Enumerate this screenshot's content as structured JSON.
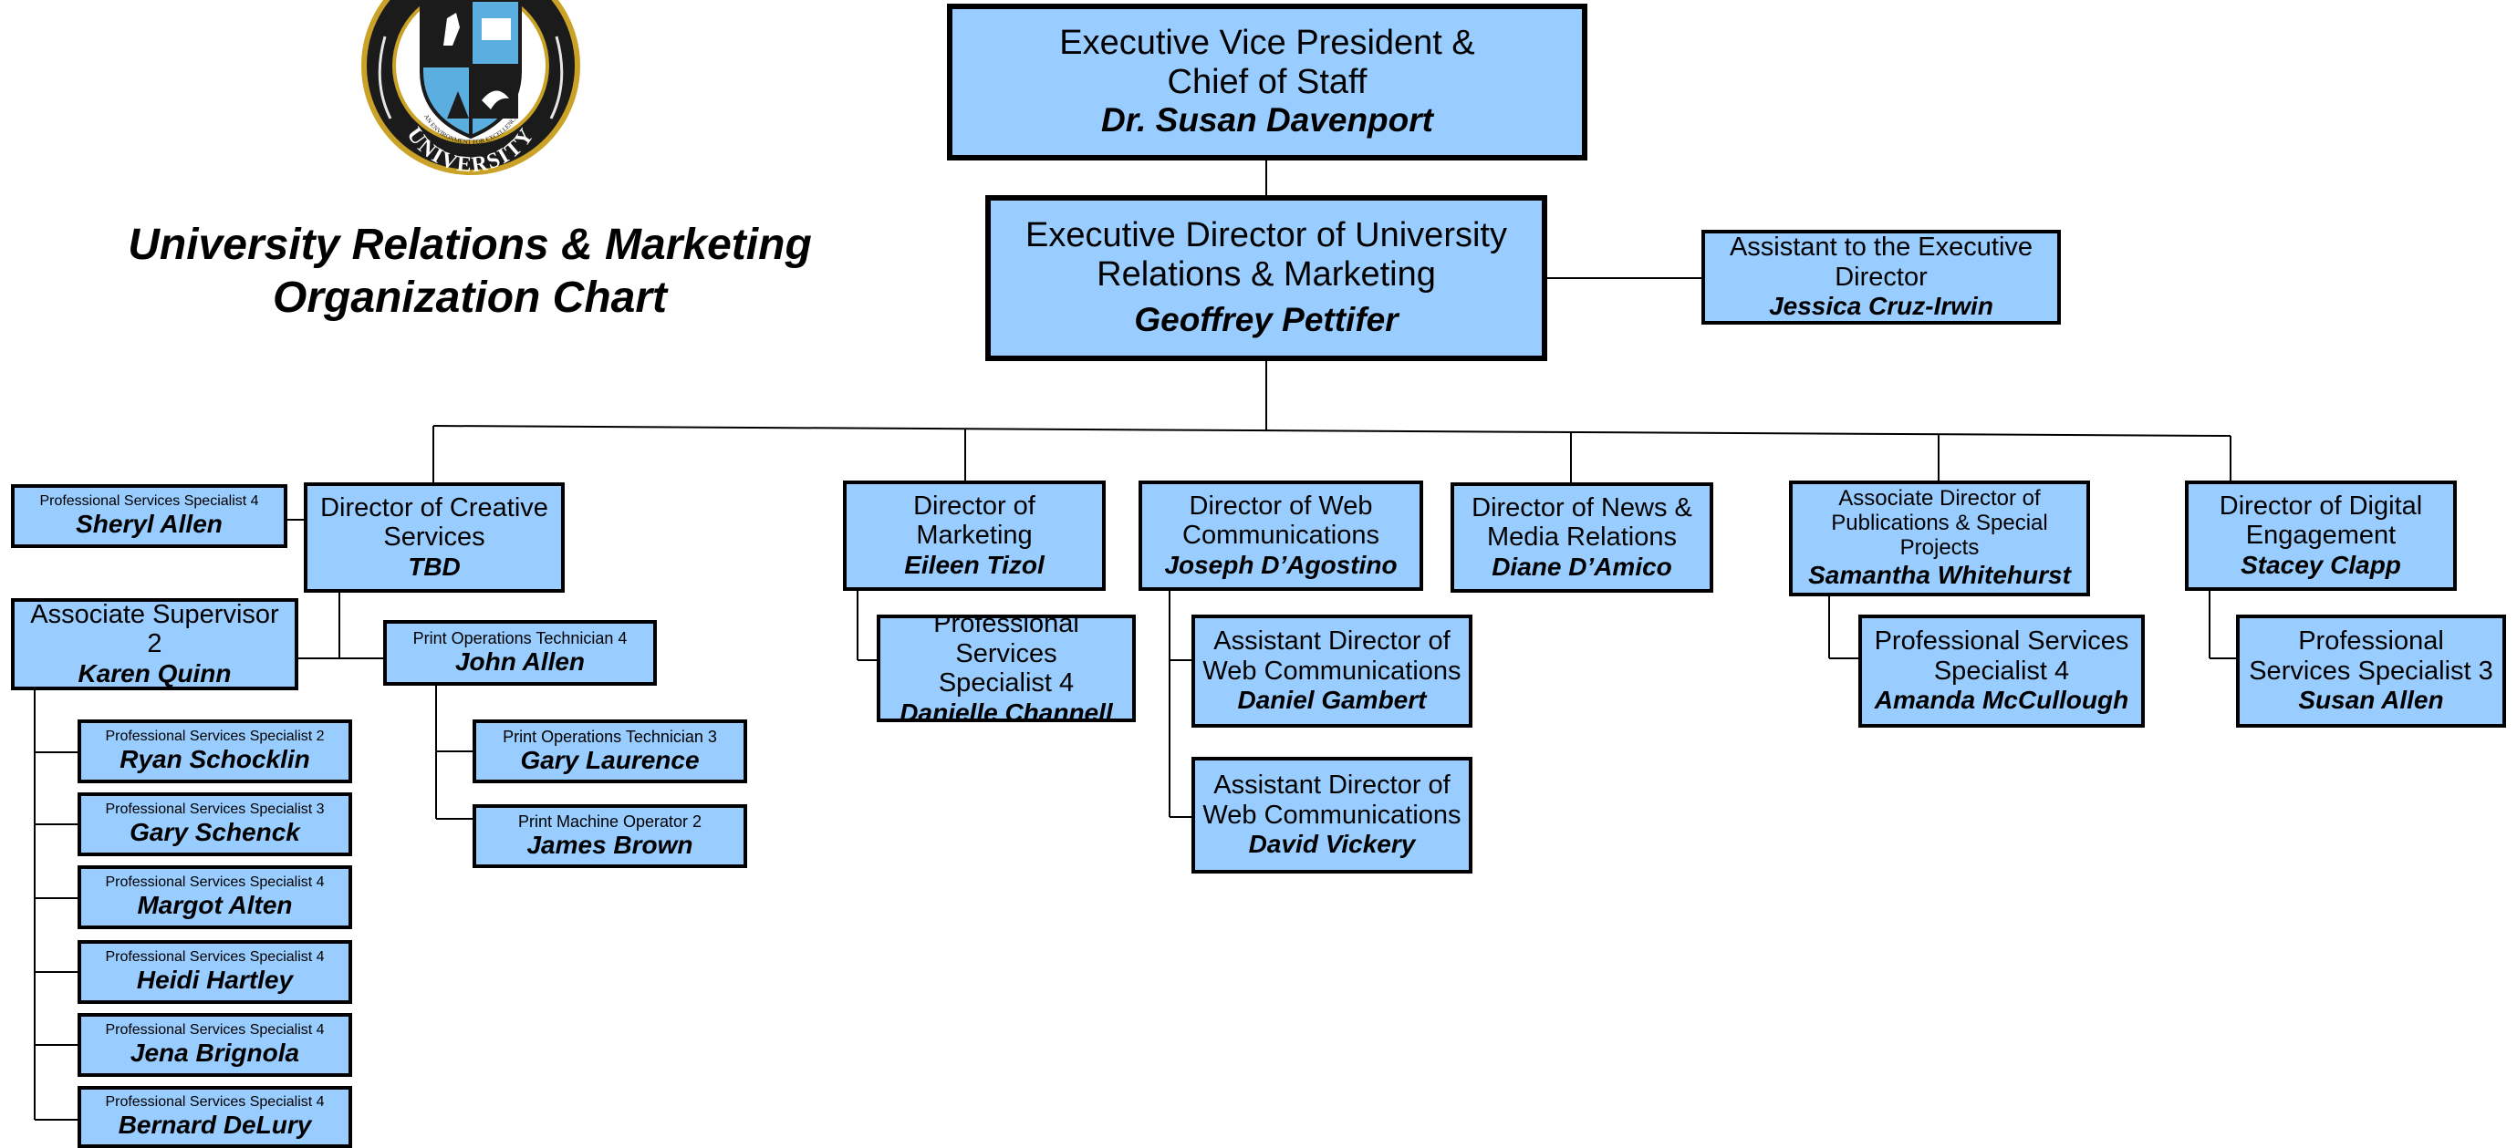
{
  "title": {
    "line1": "University Relations & Marketing",
    "line2": "Organization Chart"
  },
  "seal": {
    "word": "UNIVERSITY",
    "motto": "AN ENVIRONMENT FOR EXCELLENCE",
    "colors": {
      "ring": "#1b1b1b",
      "gold": "#c9a227",
      "field": "#5aaee0",
      "white": "#ffffff"
    }
  },
  "colors": {
    "box_fill": "#99ccff",
    "border": "#000000",
    "line": "#000000"
  },
  "org": {
    "evp": {
      "title_line1": "Executive Vice President &",
      "title_line2": "Chief of Staff",
      "name": "Dr. Susan Davenport"
    },
    "exec_director": {
      "title_line1": "Executive Director of University",
      "title_line2": "Relations & Marketing",
      "name": "Geoffrey Pettifer"
    },
    "assistant_exec": {
      "title_line1": "Assistant to the Executive",
      "title_line2": "Director",
      "name": "Jessica Cruz-Irwin"
    },
    "creative": {
      "director": {
        "title_line1": "Director of Creative",
        "title_line2": "Services",
        "name": "TBD"
      },
      "pss4_sheryl": {
        "title": "Professional Services Specialist 4",
        "name": "Sheryl Allen"
      },
      "assoc_supervisor": {
        "title": "Associate Supervisor 2",
        "name": "Karen Quinn"
      },
      "print_tech4": {
        "title": "Print Operations Technician 4",
        "name": "John Allen"
      },
      "print_tech3": {
        "title": "Print Operations Technician 3",
        "name": "Gary Laurence"
      },
      "print_operator2": {
        "title": "Print Machine Operator 2",
        "name": "James Brown"
      },
      "staff": [
        {
          "title": "Professional Services Specialist 2",
          "name": "Ryan Schocklin"
        },
        {
          "title": "Professional Services Specialist 3",
          "name": "Gary Schenck"
        },
        {
          "title": "Professional Services Specialist 4",
          "name": "Margot Alten"
        },
        {
          "title": "Professional Services Specialist 4",
          "name": "Heidi Hartley"
        },
        {
          "title": "Professional Services Specialist 4",
          "name": "Jena Brignola"
        },
        {
          "title": "Professional Services Specialist 4",
          "name": "Bernard DeLury"
        }
      ]
    },
    "marketing": {
      "director": {
        "title_line1": "Director of",
        "title_line2": "Marketing",
        "name": "Eileen Tizol"
      },
      "pss4": {
        "title_line1": "Professional Services",
        "title_line2": "Specialist 4",
        "name": "Danielle Channell"
      }
    },
    "web": {
      "director": {
        "title_line1": "Director of Web",
        "title_line2": "Communications",
        "name": "Joseph D’Agostino"
      },
      "asst1": {
        "title_line1": "Assistant Director of",
        "title_line2": "Web Communications",
        "name": "Daniel Gambert"
      },
      "asst2": {
        "title_line1": "Assistant Director of",
        "title_line2": "Web Communications",
        "name": "David Vickery"
      }
    },
    "news": {
      "director": {
        "title_line1": "Director of News &",
        "title_line2": "Media Relations",
        "name": "Diane D’Amico"
      }
    },
    "publications": {
      "director": {
        "title_line1": "Associate Director of",
        "title_line2": "Publications & Special",
        "title_line3": "Projects",
        "name": "Samantha Whitehurst"
      },
      "pss4": {
        "title_line1": "Professional Services",
        "title_line2": "Specialist 4",
        "name": "Amanda McCullough"
      }
    },
    "digital": {
      "director": {
        "title_line1": "Director of Digital",
        "title_line2": "Engagement",
        "name": "Stacey Clapp"
      },
      "pss3": {
        "title_line1": "Professional",
        "title_line2": "Services Specialist 3",
        "name": "Susan Allen"
      }
    }
  }
}
